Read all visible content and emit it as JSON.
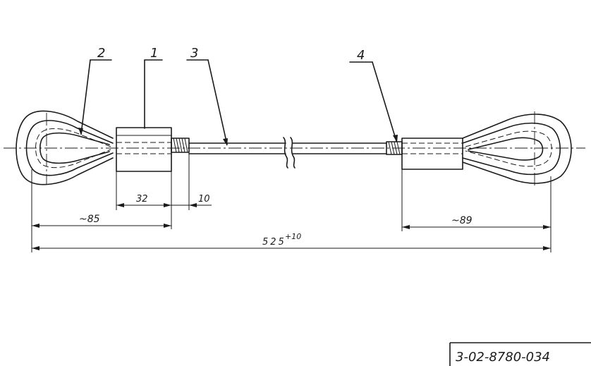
{
  "callouts": {
    "c1": "1",
    "c2": "2",
    "c3": "3",
    "c4": "4"
  },
  "dimensions": {
    "sleeve_length": "32",
    "thread_length": "10",
    "left_end": "~85",
    "right_end": "~89",
    "overall": "525",
    "overall_tolerance": "+10"
  },
  "title_block": {
    "drawing_number": "3-02-8780-034"
  },
  "colors": {
    "ink": "#1a1a1a",
    "paper": "#ffffff"
  }
}
